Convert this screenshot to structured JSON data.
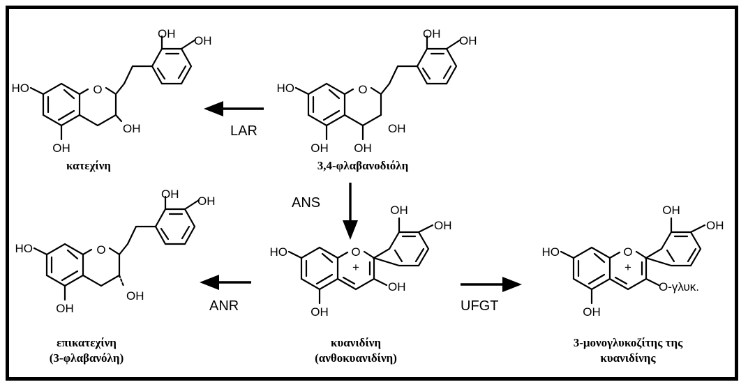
{
  "groups": {
    "oh": "OH",
    "ho": "HO",
    "o": "O",
    "o_plus": "O",
    "plus": "+",
    "o_glyk": "O-γλυκ."
  },
  "compounds": {
    "catechin": {
      "name": "κατεχίνη"
    },
    "flavanediol": {
      "name": "3,4-φλαβανοδιόλη"
    },
    "epicatechin": {
      "name_line1": "επικατεχίνη",
      "name_line2": "(3-φλαβανόλη)"
    },
    "cyanidin": {
      "name_line1": "κυανιδίνη",
      "name_line2": "(ανθοκυανιδίνη)"
    },
    "glucoside": {
      "name_line1": "3-μονογλυκοζίτης της",
      "name_line2": "κυανιδίνης"
    }
  },
  "enzymes": {
    "lar": "LAR",
    "ans": "ANS",
    "anr": "ANR",
    "ufgt": "UFGT"
  },
  "colors": {
    "ink": "#000000",
    "background": "#ffffff"
  }
}
